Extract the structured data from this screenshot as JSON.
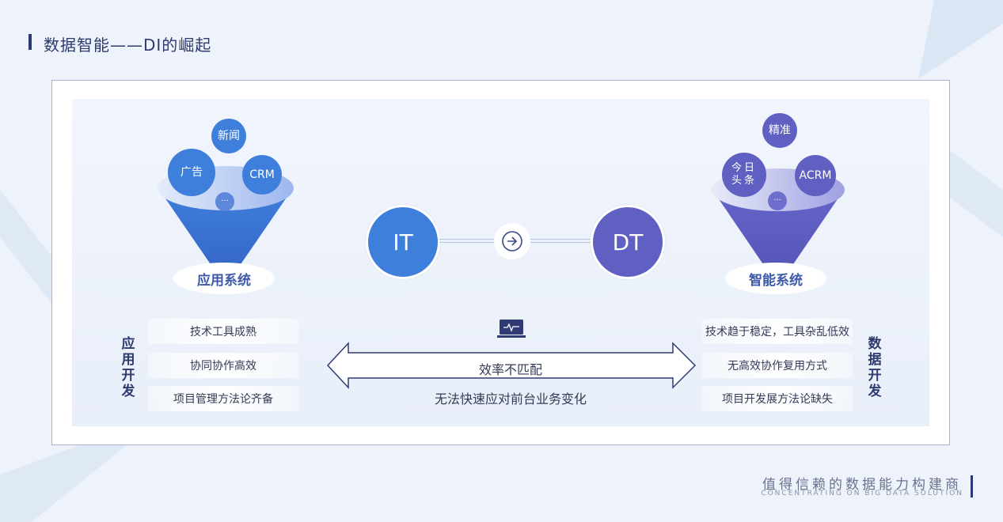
{
  "page": {
    "title": "数据智能——DI的崛起"
  },
  "left_funnel": {
    "label": "应用系统",
    "bubbles": [
      "新闻",
      "广告",
      "CRM",
      "···"
    ],
    "color": "#3f7fdc"
  },
  "right_funnel": {
    "label": "智能系统",
    "bubbles": [
      "精准",
      "今日\n头条",
      "ACRM",
      "···"
    ],
    "color": "#5f60c2"
  },
  "transition": {
    "from": "IT",
    "to": "DT",
    "icon": "arrow-right-circle-icon"
  },
  "left_list": {
    "side_label": "应用开发",
    "items": [
      "技术工具成熟",
      "协同协作高效",
      "项目管理方法论齐备"
    ]
  },
  "right_list": {
    "side_label": "数据开发",
    "items": [
      "技术趋于稳定，工具杂乱低效",
      "无高效协作复用方式",
      "项目开发展方法论缺失"
    ]
  },
  "middle": {
    "icon": "laptop-pulse-icon",
    "arrow_text": "效率不匹配",
    "caption": "无法快速应对前台业务变化"
  },
  "footer": {
    "slogan": "值得信赖的数据能力构建商",
    "tagline": "CONCENTRATING ON BIG DATA SOLUTION"
  }
}
